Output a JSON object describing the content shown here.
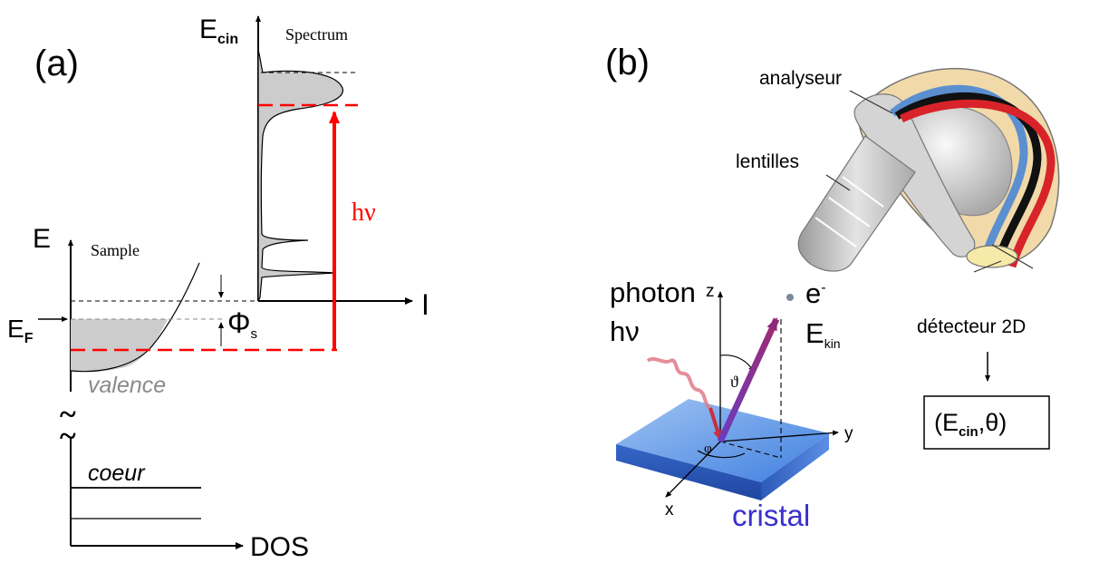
{
  "panel_a": {
    "label": "(a)",
    "spectrum_label": "Spectrum",
    "ecin_axis": {
      "main": "E",
      "sub": "cin"
    },
    "hv": "hν",
    "i_axis": "I",
    "energy_axis": "E",
    "sample_label": "Sample",
    "fermi": {
      "main": "E",
      "sub": "F"
    },
    "workfunction": {
      "main": "Φ",
      "sub": "s"
    },
    "valence": "valence",
    "coeur": "coeur",
    "dos": "DOS",
    "break_mark": "~"
  },
  "panel_b": {
    "label": "(b)",
    "analyseur": "analyseur",
    "lentilles": "lentilles",
    "detecteur": "détecteur 2D",
    "result_box": {
      "open": "(E",
      "sub": "cin",
      "rest": ",θ)"
    },
    "photon_line1": "photon",
    "photon_line2": "hν",
    "electron": {
      "main": "e",
      "sup": "-"
    },
    "ekin": {
      "main": "E",
      "sub": "kin"
    },
    "theta": "ϑ",
    "phi": "φ",
    "axis_z": "z",
    "axis_y": "y",
    "axis_x": "x",
    "cristal": "cristal"
  },
  "colors": {
    "photon_red": "#ff0000",
    "cristal_blue": "#3a2fd0",
    "valence_gray": "#8a8a8a",
    "fill_gray": "#cccccc"
  }
}
